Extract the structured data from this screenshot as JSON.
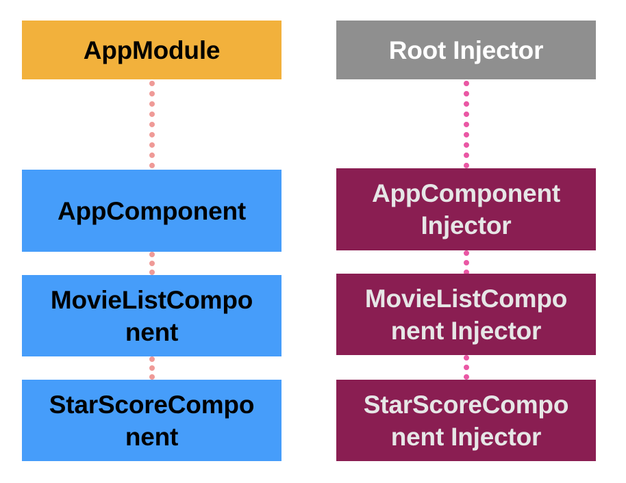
{
  "colors": {
    "module": "#f2b13c",
    "component": "#469dfa",
    "root_injector": "#8f8f8f",
    "component_injector": "#8a1e52",
    "left_connector": "#ef9a97",
    "right_connector": "#ea57a4",
    "dark_text": "#000000",
    "light_text": "#ffffff",
    "injector_text": "#e6e6e6"
  },
  "left_column": {
    "module": "AppModule",
    "app_component": "AppComponent",
    "movie_list_component": "MovieListCompo\nnent",
    "star_score_component": "StarScoreCompo\nnent"
  },
  "right_column": {
    "root_injector": "Root Injector",
    "app_component_injector": "AppComponent\nInjector",
    "movie_list_component_injector": "MovieListCompo\nnent Injector",
    "star_score_component_injector": "StarScoreCompo\nnent Injector"
  }
}
